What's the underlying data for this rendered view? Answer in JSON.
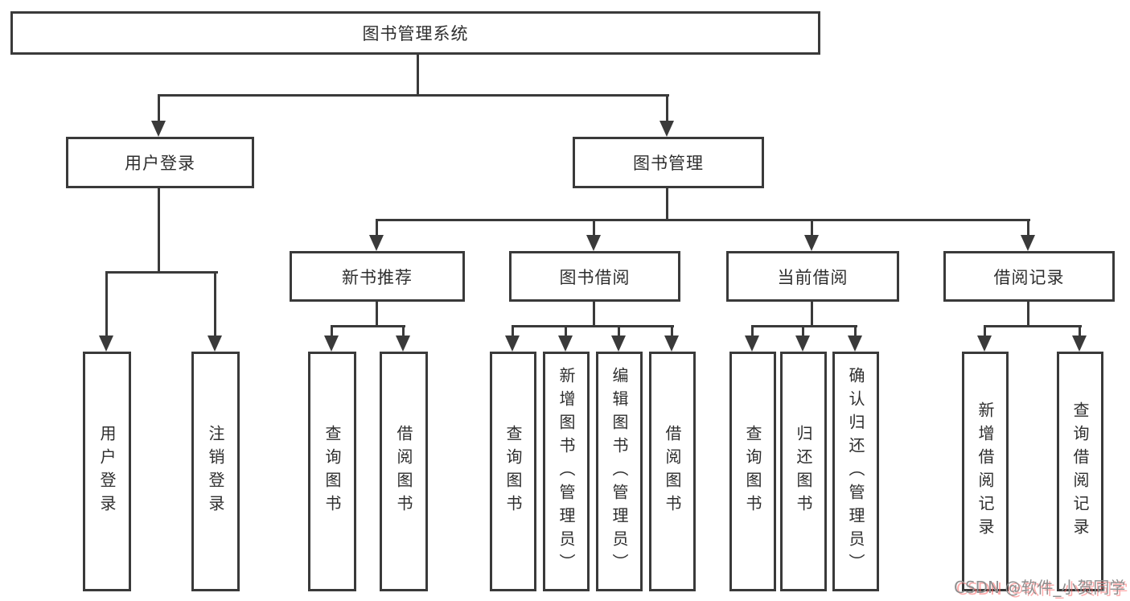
{
  "tree": {
    "label": "图书管理系统",
    "children": [
      {
        "label": "用户登录",
        "children": [
          {
            "label": "用户登录"
          },
          {
            "label": "注销登录"
          }
        ]
      },
      {
        "label": "图书管理",
        "children": [
          {
            "label": "新书推荐",
            "children": [
              {
                "label": "查询图书"
              },
              {
                "label": "借阅图书"
              }
            ]
          },
          {
            "label": "图书借阅",
            "children": [
              {
                "label": "查询图书"
              },
              {
                "label": "新增图书（管理员）"
              },
              {
                "label": "编辑图书（管理员）"
              },
              {
                "label": "借阅图书"
              }
            ]
          },
          {
            "label": "当前借阅",
            "children": [
              {
                "label": "查询图书"
              },
              {
                "label": "归还图书"
              },
              {
                "label": "确认归还（管理员）"
              }
            ]
          },
          {
            "label": "借阅记录",
            "children": [
              {
                "label": "新增借阅记录"
              },
              {
                "label": "查询借阅记录"
              }
            ]
          }
        ]
      }
    ]
  },
  "watermark": {
    "text": "CSDN @软件_小贺同学"
  },
  "colors": {
    "line": "#3a3a3a",
    "text": "#2e2e2e",
    "background": "#ffffff",
    "watermark_gray": "#8f8f8f",
    "watermark_pink": "#ff6a6a"
  }
}
